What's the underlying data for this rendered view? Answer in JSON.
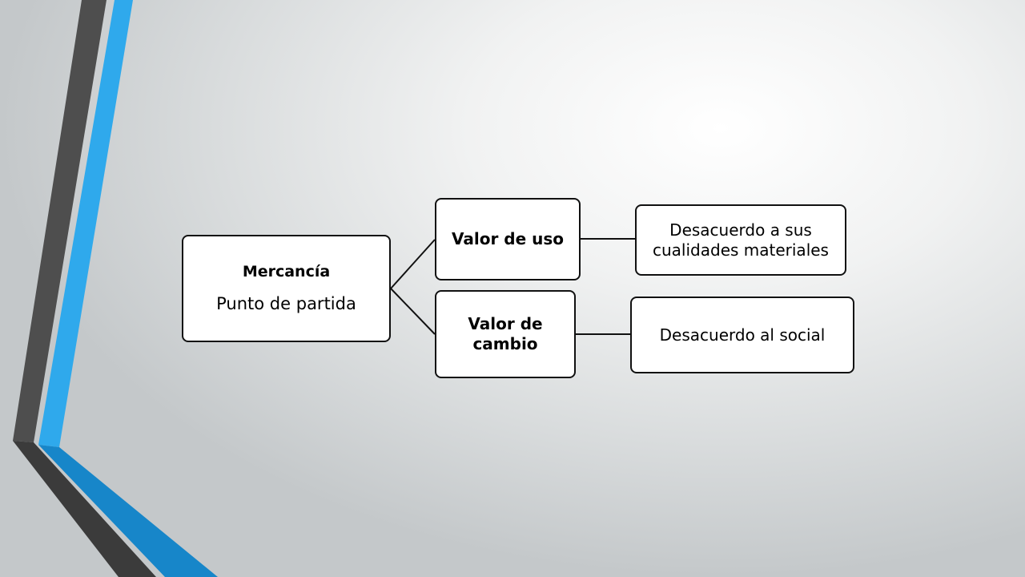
{
  "theme": {
    "dark_stripe": "#4a4a4a",
    "blue_stripe": "#2ea8ea",
    "dark_lower": "#3a3a3a",
    "blue_lower": "#1685c8",
    "node_border": "#111111",
    "node_fill": "#ffffff"
  },
  "diagram": {
    "root": {
      "title": "Mercancía",
      "subtitle": "Punto de partida"
    },
    "branches": [
      {
        "label": "Valor de uso",
        "detail": "Desacuerdo a sus cualidades materiales"
      },
      {
        "label": "Valor de cambio",
        "detail": "Desacuerdo al social"
      }
    ]
  }
}
